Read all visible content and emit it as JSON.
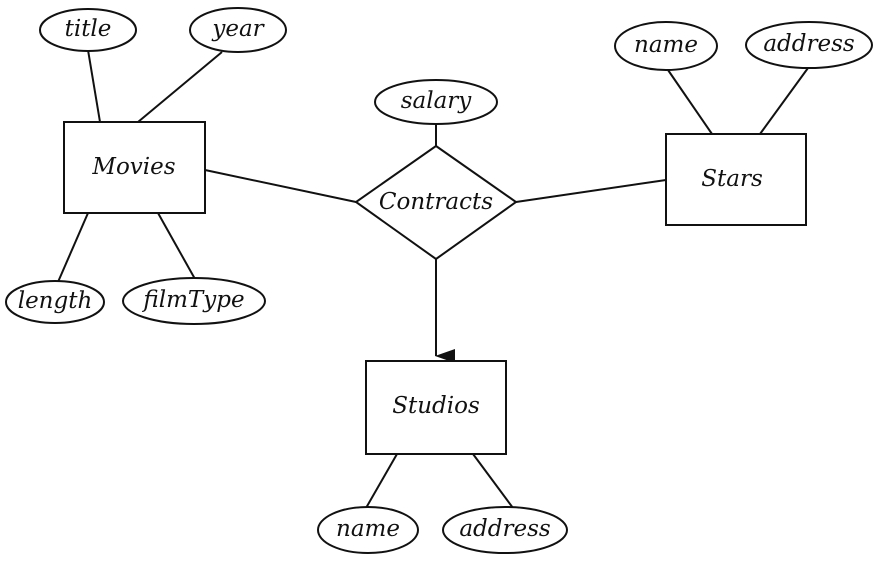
{
  "colors": {
    "ink": "#111111",
    "background": "#ffffff"
  },
  "entities": {
    "movies": "Movies",
    "stars": "Stars",
    "studios": "Studios"
  },
  "relationships": {
    "contracts": "Contracts"
  },
  "attributes": {
    "movies": {
      "title": "title",
      "year": "year",
      "length": "length",
      "film_type": "filmType"
    },
    "stars": {
      "name": "name",
      "address": "address"
    },
    "studios": {
      "name": "name",
      "address": "address"
    },
    "contracts": {
      "salary": "salary"
    }
  }
}
